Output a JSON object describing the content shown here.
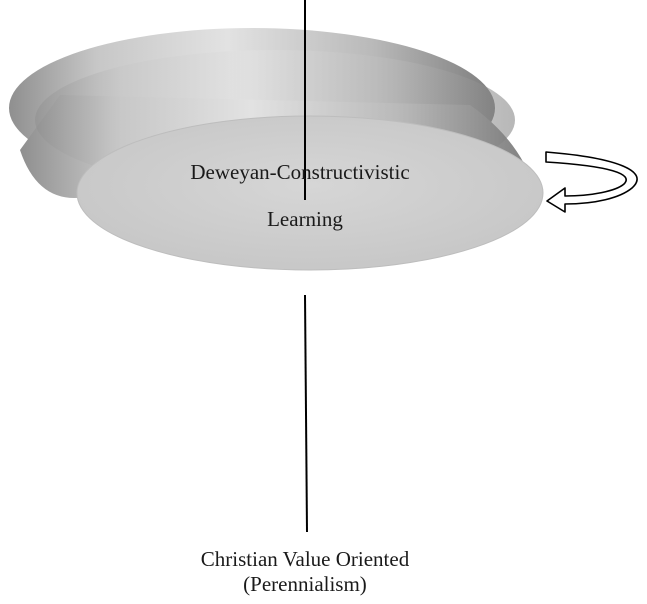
{
  "disc": {
    "label_line_1": "Deweyan-Constructivistic",
    "label_line_2": "Learning",
    "face_color": "#cfcfcf",
    "side_color": "#a9a9a9"
  },
  "axis_bottom_label": {
    "line_1": "Christian Value Oriented",
    "line_2": "(Perennialism)"
  },
  "rotation_arrow": {
    "icon": "rotation-arrow-icon"
  }
}
